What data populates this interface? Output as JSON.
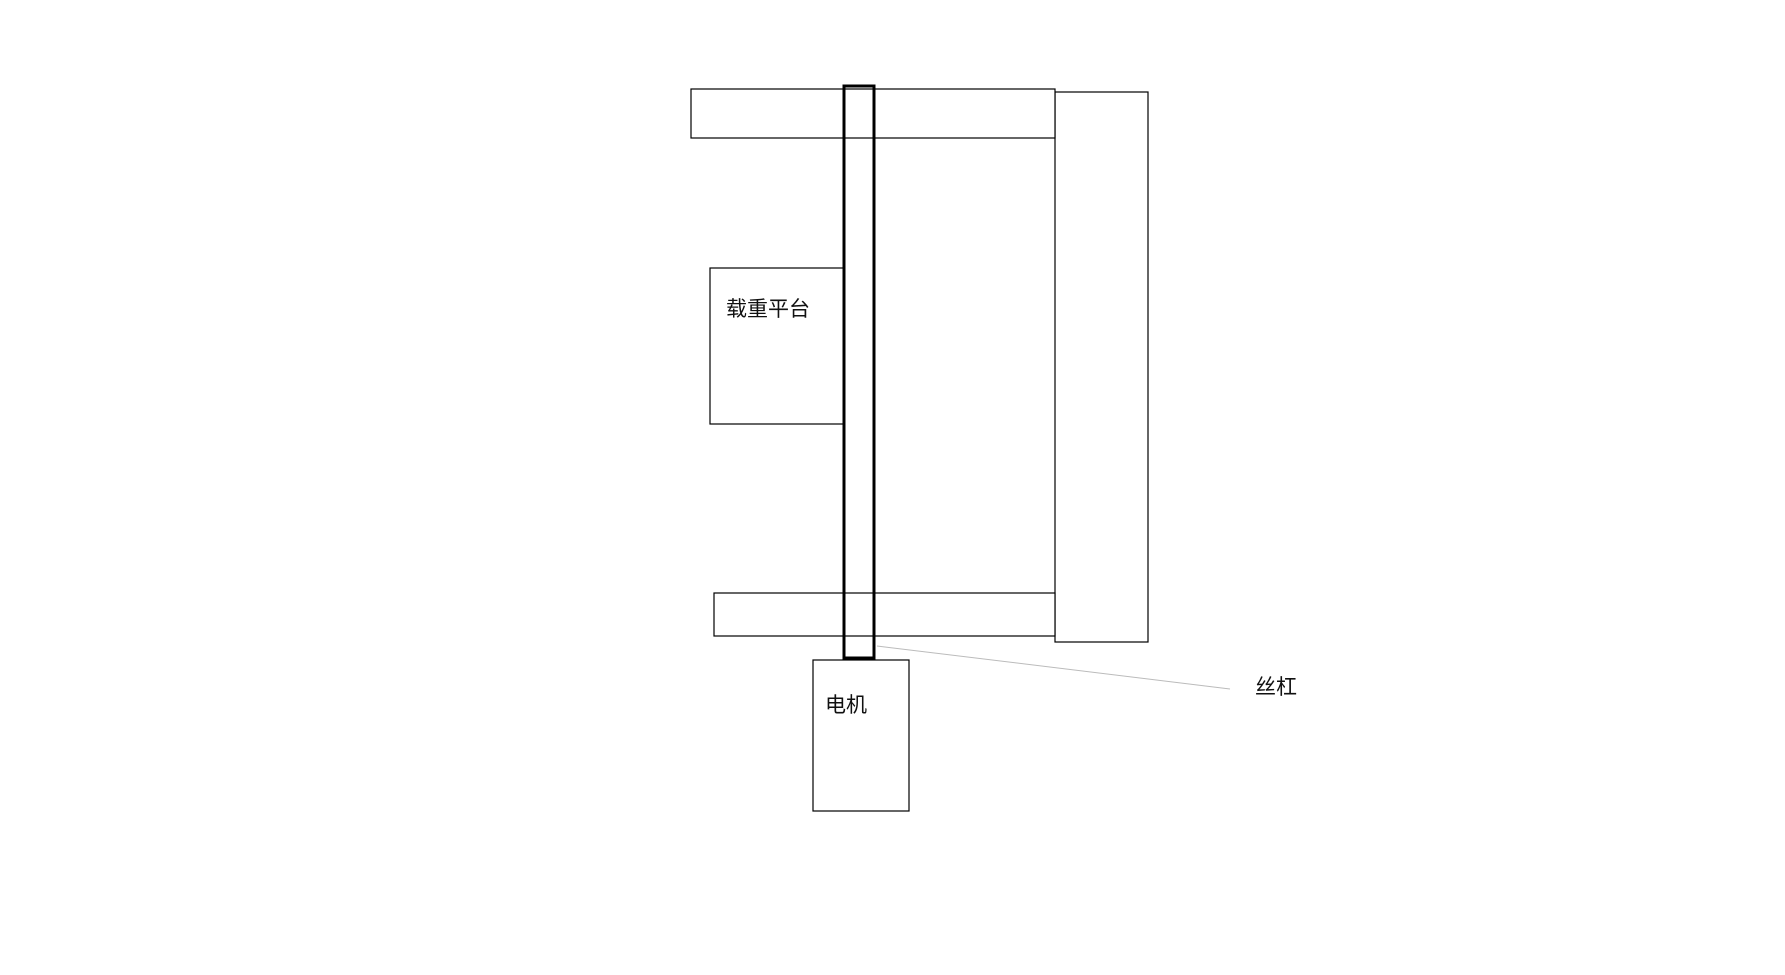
{
  "diagram": {
    "labels": {
      "platform": "载重平台",
      "motor": "电机",
      "lead_screw": "丝杠"
    },
    "colors": {
      "stroke": "#000000",
      "leader_line": "#bbbbbb",
      "background": "#ffffff"
    }
  }
}
